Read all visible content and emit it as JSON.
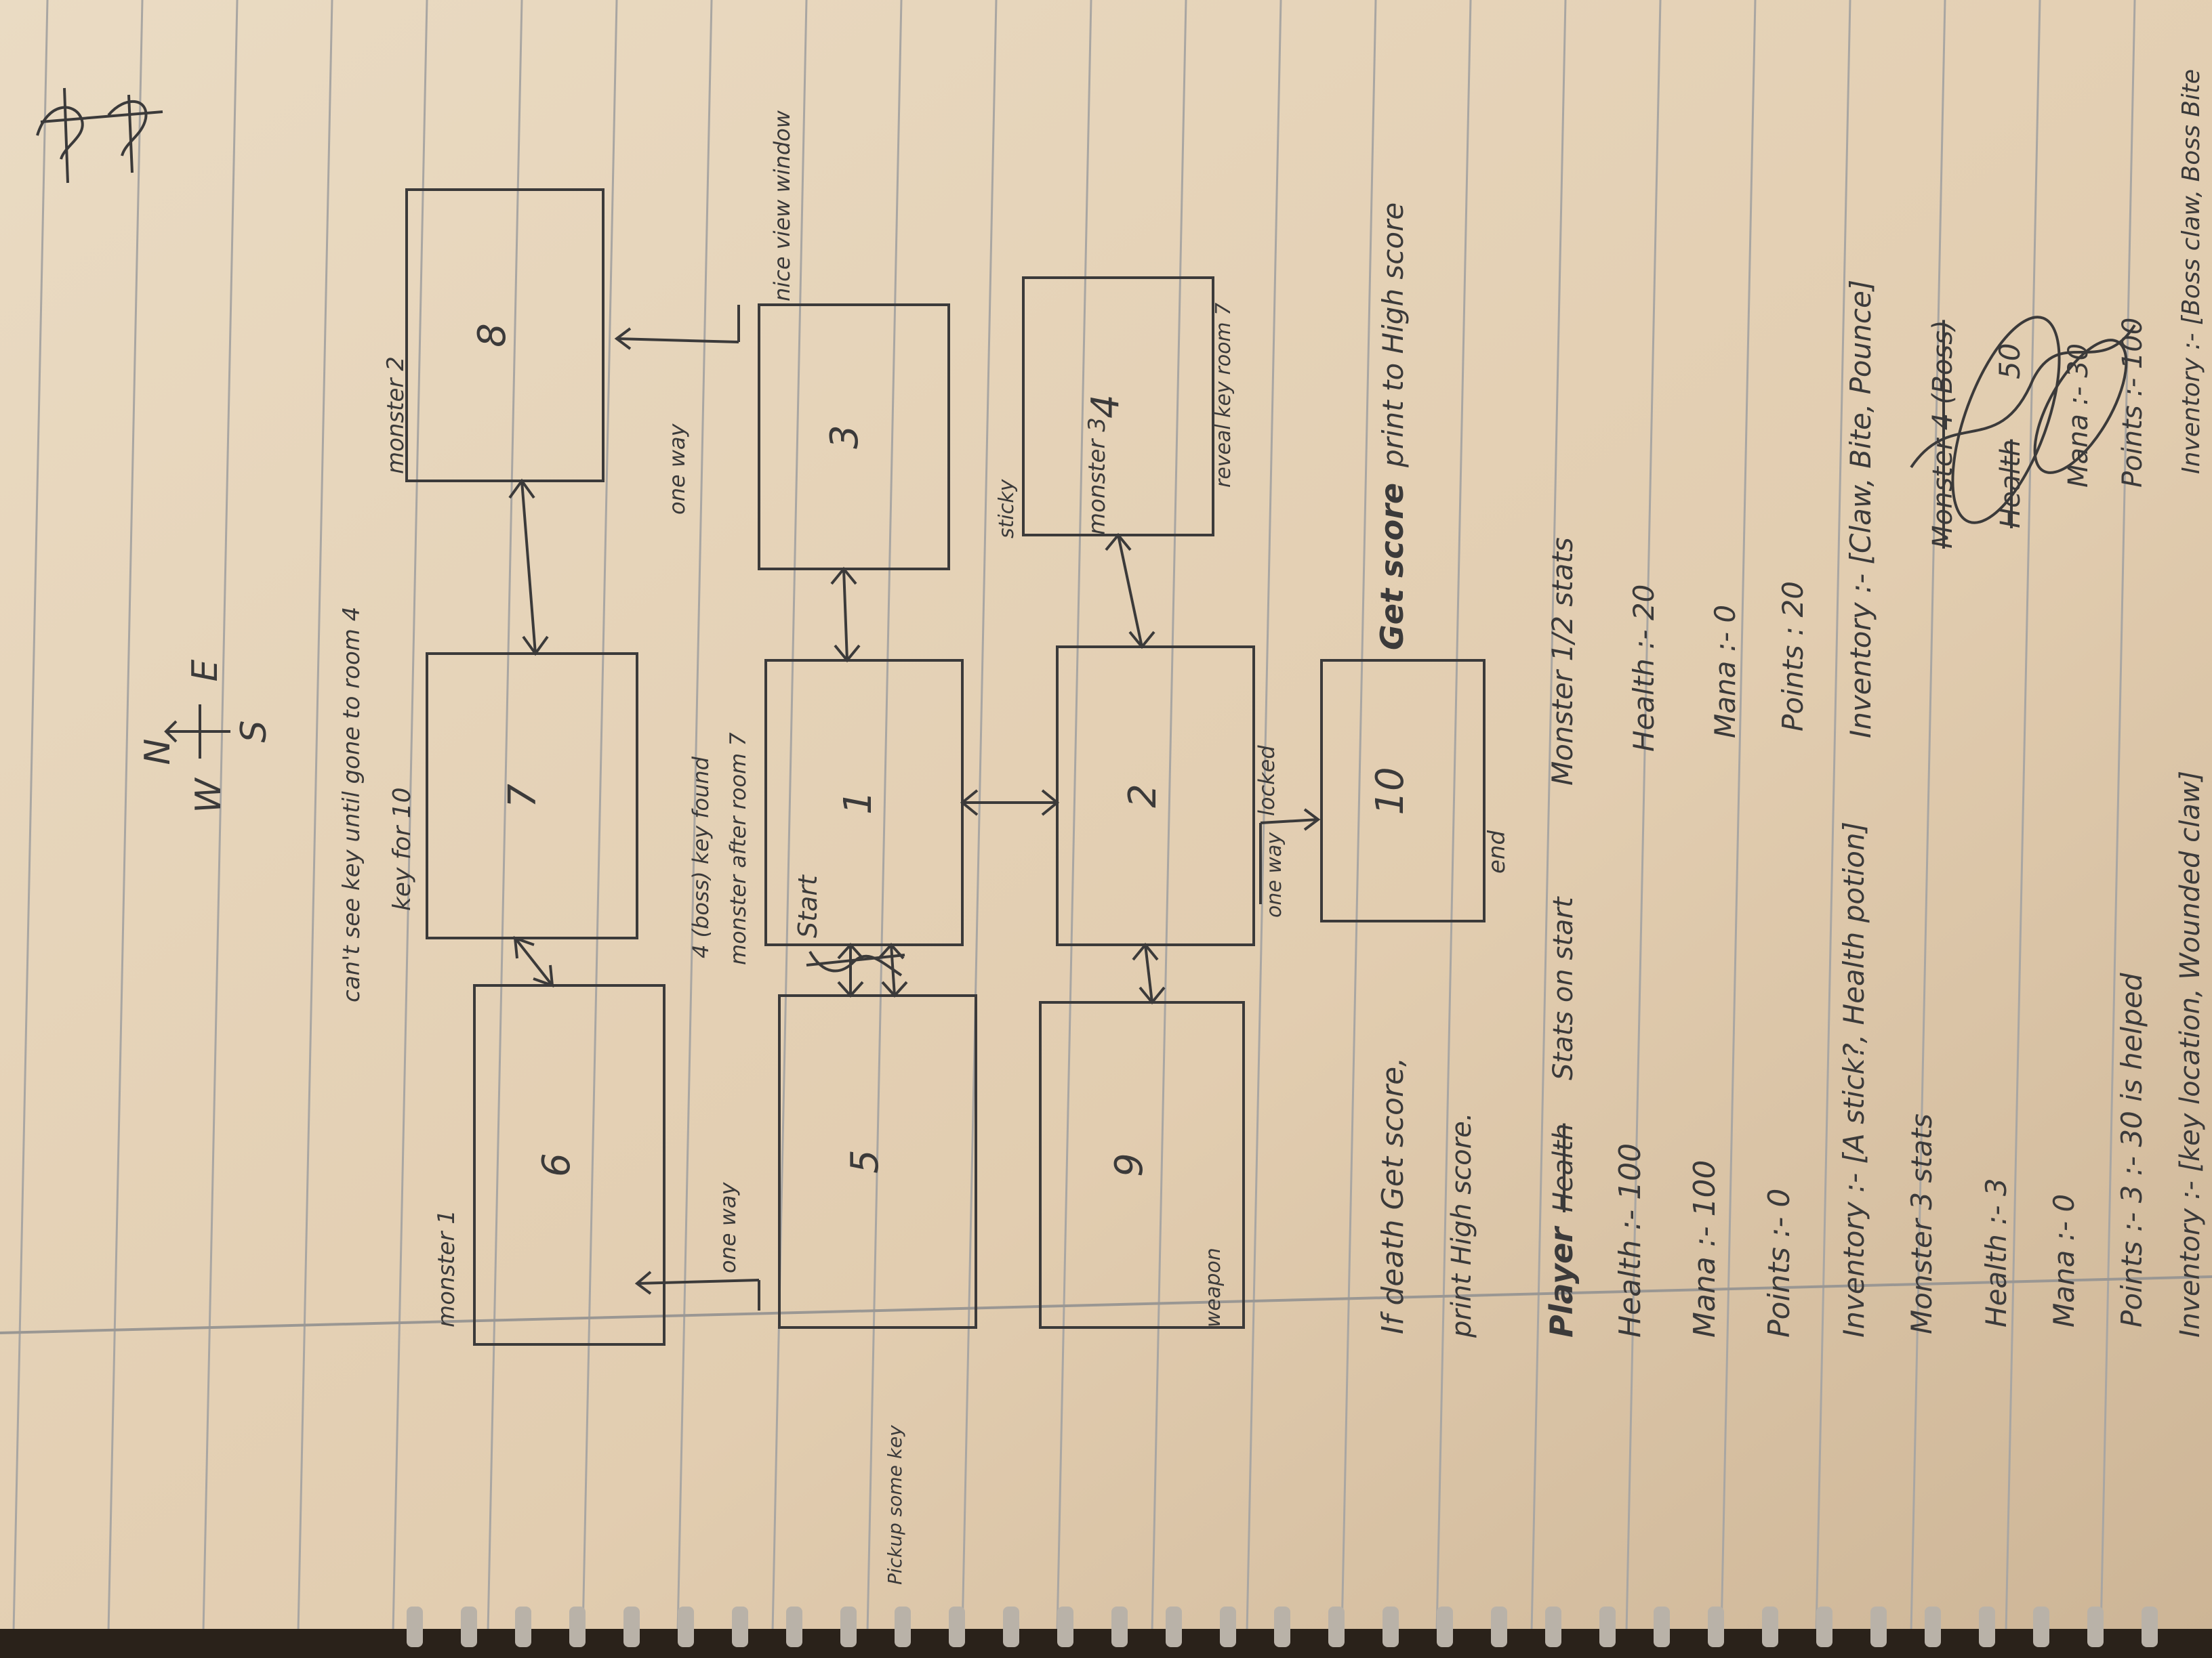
{
  "colors": {
    "paper": "#e6d3b8",
    "paper_shadow": "#cdb796",
    "rule_line": "#a9a6a2",
    "ink": "#3b3a3a",
    "background": "#3a3026",
    "coil": "#b9b2a8"
  },
  "compass": {
    "north": "N",
    "south": "S",
    "east": "E",
    "west": "W"
  },
  "rooms": {
    "r1": "1",
    "r2": "2",
    "r3": "3",
    "r4": "4",
    "r5": "5",
    "r6": "6",
    "r7": "7",
    "r8": "8",
    "r9": "9",
    "r10": "10"
  },
  "notes": {
    "start": "Start",
    "end": "end",
    "monster1": "monster 1",
    "monster2": "monster 2",
    "monster3": "monster 3",
    "key_for_10": "key for 10",
    "cant_see_key": "can't see key until gone to room 4",
    "boss_note_1": "4 (boss) key found",
    "boss_note_2": "monster after room 7",
    "oneway_5": "one way",
    "oneway_3": "one way",
    "oneway_2": "one way",
    "locked": "locked",
    "nice_view": "nice view window",
    "pickup": "Pickup some key",
    "weapon": "weapon",
    "sticky": "sticky",
    "reveal_key": "reveal key room 7",
    "get_score": "Get score",
    "print_high_score": "print to High score",
    "death_1": "If death Get score,",
    "death_2": "print High score."
  },
  "player": {
    "header": "Player",
    "header_crossed": "Health",
    "header_tail": "Stats on start",
    "health": "Health :- 100",
    "mana": "Mana :- 100",
    "points": "Points :- 0",
    "inventory": "Inventory :- [A stick?, Health potion]"
  },
  "monster12": {
    "header": "Monster 1/2 stats",
    "health": "Health :- 20",
    "mana": "Mana :- 0",
    "points": "Points : 20",
    "inventory": "Inventory :- [Claw, Bite, Pounce]"
  },
  "monster3": {
    "header": "Monster 3 stats",
    "health": "Health :- 3",
    "mana": "Mana :- 0",
    "points": "Points :- 3 :- 30 is helped",
    "inventory": "Inventory :- [key location, Wounded claw]"
  },
  "boss": {
    "header": "Monster 4 (Boss)",
    "health_crossed": "Health",
    "health_val": "50",
    "mana": "Mana :- 30",
    "points": "Points :- 100",
    "inventory": "Inventory :- [Boss claw, Boss Bite"
  }
}
